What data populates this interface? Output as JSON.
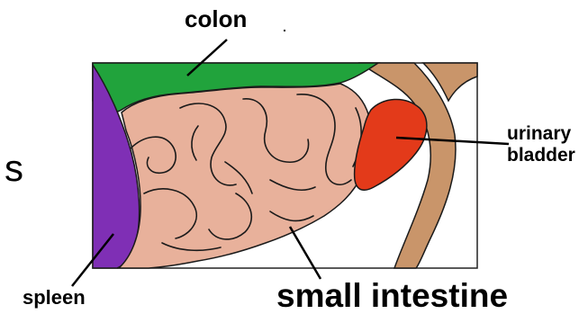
{
  "labels": {
    "colon": "colon",
    "urinary_line1": "urinary",
    "urinary_line2": "bladder",
    "spleen": "spleen",
    "small_intestine": "small intestine",
    "left_fragment": "s"
  },
  "colors": {
    "colon": "#21a33c",
    "spleen": "#7f2fb5",
    "small_intestine": "#e8b19b",
    "urinary_bladder": "#e33a1a",
    "ureter_tissue": "#c9956a",
    "outline": "#1a1a1a"
  }
}
